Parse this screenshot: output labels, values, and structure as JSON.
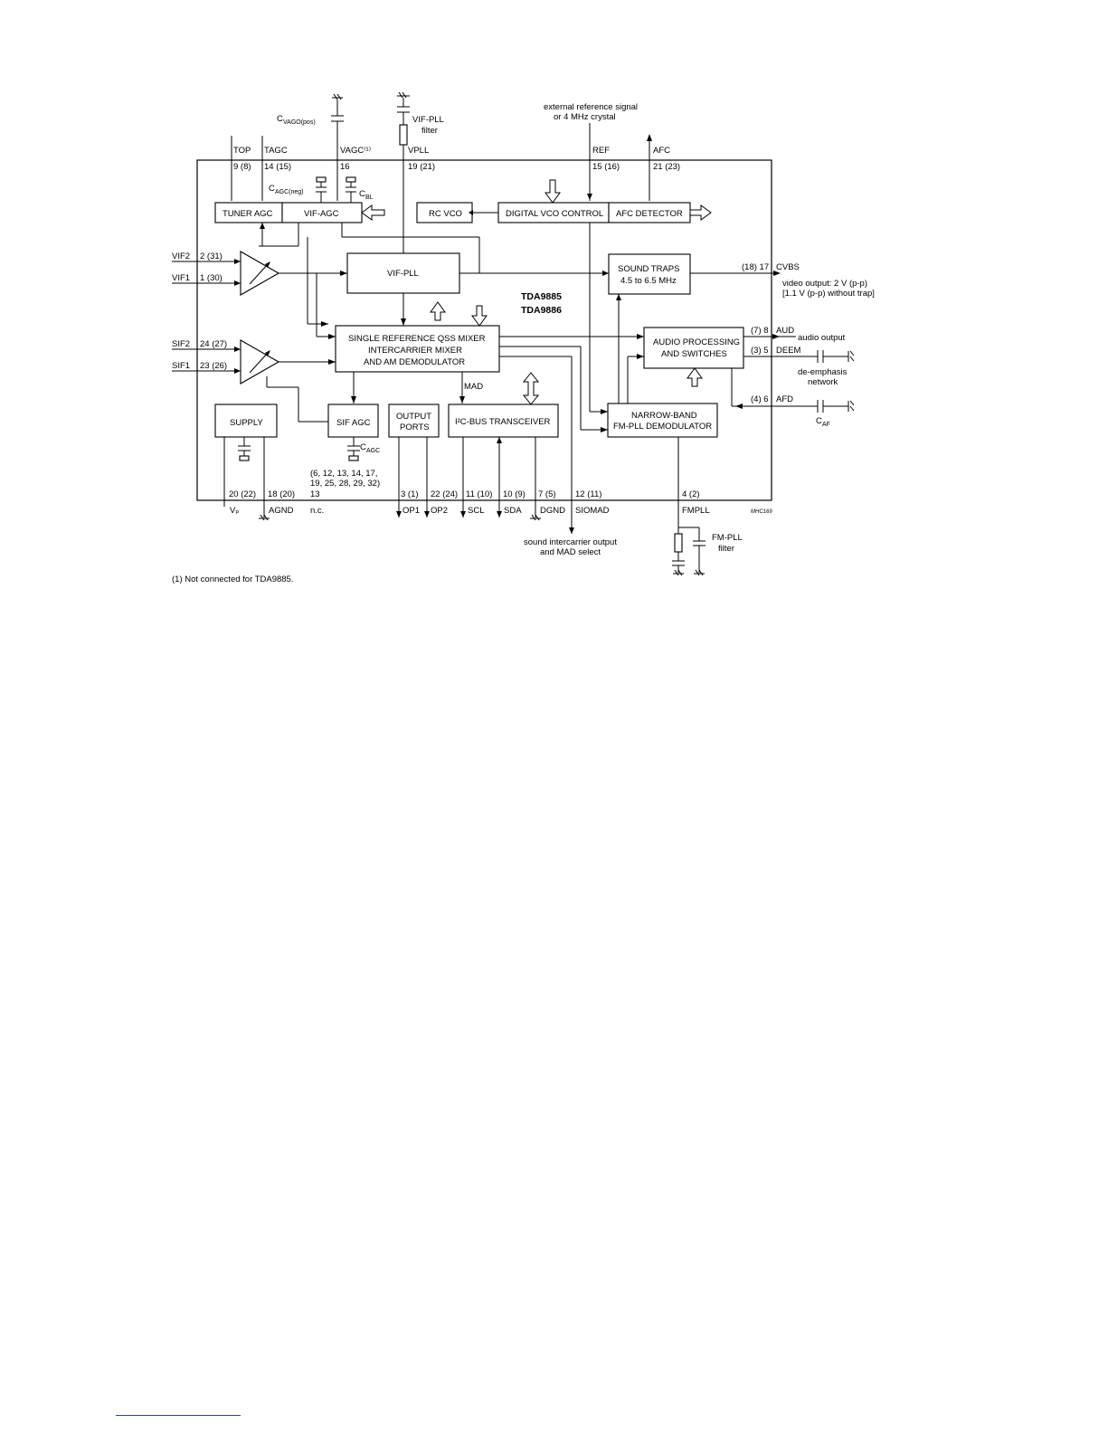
{
  "diagram": {
    "chip_names": [
      "TDA9885",
      "TDA9886"
    ],
    "blocks": {
      "tuner_agc": "TUNER AGC",
      "vif_agc": "VIF-AGC",
      "rc_vco": "RC VCO",
      "digital_vco_control": "DIGITAL VCO CONTROL",
      "afc_detector": "AFC DETECTOR",
      "vif_pll": "VIF-PLL",
      "sound_traps": [
        "SOUND TRAPS",
        "4.5 to 6.5 MHz"
      ],
      "qss_mixer": [
        "SINGLE REFERENCE QSS MIXER",
        "INTERCARRIER MIXER",
        "AND AM DEMODULATOR"
      ],
      "audio_processing": [
        "AUDIO PROCESSING",
        "AND SWITCHES"
      ],
      "supply": "SUPPLY",
      "sif_agc": "SIF AGC",
      "output_ports": [
        "OUTPUT",
        "PORTS"
      ],
      "i2c_transceiver": "I²C-BUS TRANSCEIVER",
      "fm_pll_demodulator": [
        "NARROW-BAND",
        "FM-PLL DEMODULATOR"
      ]
    },
    "top_pins": [
      {
        "name": "TOP",
        "number": "9 (8)"
      },
      {
        "name": "TAGC",
        "number": "14 (15)"
      },
      {
        "name": "VAGC⁽¹⁾",
        "number": "16"
      },
      {
        "name": "VPLL",
        "number": "19 (21)"
      },
      {
        "name": "REF",
        "number": "15 (16)"
      },
      {
        "name": "AFC",
        "number": "21 (23)"
      }
    ],
    "left_pins": [
      {
        "name": "VIF2",
        "number": "2 (31)"
      },
      {
        "name": "VIF1",
        "number": "1 (30)"
      },
      {
        "name": "SIF2",
        "number": "24 (27)"
      },
      {
        "name": "SIF1",
        "number": "23 (26)"
      }
    ],
    "right_pins": [
      {
        "name": "CVBS",
        "number": "(18) 17"
      },
      {
        "name": "AUD",
        "number": "(7) 8"
      },
      {
        "name": "DEEM",
        "number": "(3) 5"
      },
      {
        "name": "AFD",
        "number": "(4) 6"
      }
    ],
    "bottom_pins": [
      {
        "name": "Vₚ",
        "number": "20 (22)"
      },
      {
        "name": "AGND",
        "number": "18 (20)"
      },
      {
        "name": "n.c.",
        "number": "13"
      },
      {
        "name": "OP1",
        "number": "3 (1)"
      },
      {
        "name": "OP2",
        "number": "22 (24)"
      },
      {
        "name": "SCL",
        "number": "11 (10)"
      },
      {
        "name": "SDA",
        "number": "10 (9)"
      },
      {
        "name": "DGND",
        "number": "7 (5)"
      },
      {
        "name": "SIOMAD",
        "number": "12 (11)"
      },
      {
        "name": "FMPLL",
        "number": "4 (2)"
      }
    ],
    "nc_pins": [
      "(6, 12, 13, 14, 17,",
      "19, 25, 28, 29, 32)"
    ],
    "annotations": {
      "cvago_pos": "C",
      "cvago_pos_sub": "VAGO(pos)",
      "cagc_neg": "C",
      "cagc_neg_sub": "AGC(neg)",
      "cbl": "C",
      "cbl_sub": "BL",
      "vif_pll_filter": [
        "VIF-PLL",
        "filter"
      ],
      "ext_ref": [
        "external reference signal",
        "or 4 MHz crystal"
      ],
      "video_output": [
        "video output: 2 V (p-p)",
        "[1.1 V (p-p) without trap]"
      ],
      "audio_output": "audio output",
      "deemphasis": [
        "de-emphasis",
        "network"
      ],
      "caf": "C",
      "caf_sub": "AF",
      "cagc": "C",
      "cagc_sub": "AGC",
      "mad": "MAD",
      "sound_intercarrier": [
        "sound intercarrier output",
        "and MAD select"
      ],
      "fm_pll_filter": [
        "FM-PLL",
        "filter"
      ],
      "drawing_code": "MHC169"
    },
    "footnote": "(1)   Not connected for TDA9885."
  }
}
